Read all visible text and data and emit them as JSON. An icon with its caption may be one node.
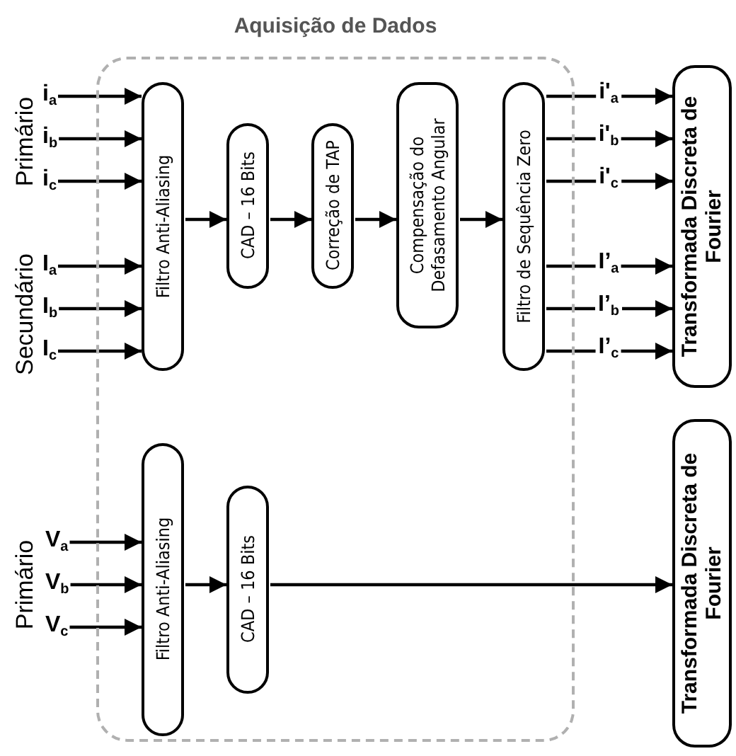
{
  "diagram": {
    "nodes": [
      {
        "text": [
          "Aquisição de Dados"
        ]
      },
      {
        "text": [
          "Filtro Anti-Aliasing"
        ],
        "in": 0
      },
      {
        "text": [
          "CAD – 16 Bits"
        ],
        "in": 0
      },
      {
        "text": [
          "Correção de TAP"
        ],
        "in": 0
      },
      {
        "text": [
          "Compensação do Defasamento Angular"
        ],
        "in": 0
      },
      {
        "text": [
          "Filtro de Sequência Zero"
        ],
        "in": 0
      },
      {
        "text": [
          "Transformada Discreta de Fourier"
        ]
      },
      {
        "text": [
          "Filtro Anti-Aliasing"
        ],
        "in": 0
      },
      {
        "text": [
          "CAD – 16 Bits"
        ],
        "in": 0
      },
      {
        "text": [
          "Transformada Discreta de Fourier"
        ]
      },
      {
        "text": [
          "i$_{a}$"
        ]
      },
      {
        "text": [
          "i$_{b}$"
        ]
      },
      {
        "text": [
          "i$_{c}$"
        ]
      },
      {
        "text": [
          "I$_{a}$"
        ]
      },
      {
        "text": [
          "I$_{b}$"
        ]
      },
      {
        "text": [
          "I$_{c}$"
        ]
      },
      {
        "text": [
          "V$_{a}$"
        ]
      },
      {
        "text": [
          "V$_{b}$"
        ]
      },
      {
        "text": [
          "V$_{c}$"
        ]
      }
    ],
    "edges": [
      {
        "from": 10,
        "to": 1,
        "arrow": "to"
      },
      {
        "from": 11,
        "to": 1,
        "arrow": "to"
      },
      {
        "from": 12,
        "to": 1,
        "arrow": "to"
      },
      {
        "from": 13,
        "to": 1,
        "arrow": "to"
      },
      {
        "from": 14,
        "to": 1,
        "arrow": "to"
      },
      {
        "from": 15,
        "to": 1,
        "arrow": "to"
      },
      {
        "from": 1,
        "to": 2,
        "arrow": "to"
      },
      {
        "from": 2,
        "to": 3,
        "arrow": "to"
      },
      {
        "from": 3,
        "to": 4,
        "arrow": "to"
      },
      {
        "from": 4,
        "to": 5,
        "arrow": "to"
      },
      {
        "from": 5,
        "to": 6,
        "arrow": "to",
        "label": "i'$_{a}$"
      },
      {
        "from": 5,
        "to": 6,
        "arrow": "to",
        "label": "i'$_{b}$"
      },
      {
        "from": 5,
        "to": 6,
        "arrow": "to",
        "label": "i'$_{c}$"
      },
      {
        "from": 5,
        "to": 6,
        "arrow": "to",
        "label": "I’$_{a}$"
      },
      {
        "from": 5,
        "to": 6,
        "arrow": "to",
        "label": "I’$_{b}$"
      },
      {
        "from": 5,
        "to": 6,
        "arrow": "to",
        "label": "I’$_{c}$"
      },
      {
        "from": 16,
        "to": 7,
        "arrow": "to"
      },
      {
        "from": 17,
        "to": 7,
        "arrow": "to"
      },
      {
        "from": 18,
        "to": 7,
        "arrow": "to"
      },
      {
        "from": 7,
        "to": 8,
        "arrow": "to"
      },
      {
        "from": 8,
        "to": 9,
        "arrow": "to"
      }
    ],
    "labels": [
      "Primário",
      "Secundário",
      "Primário"
    ]
  }
}
